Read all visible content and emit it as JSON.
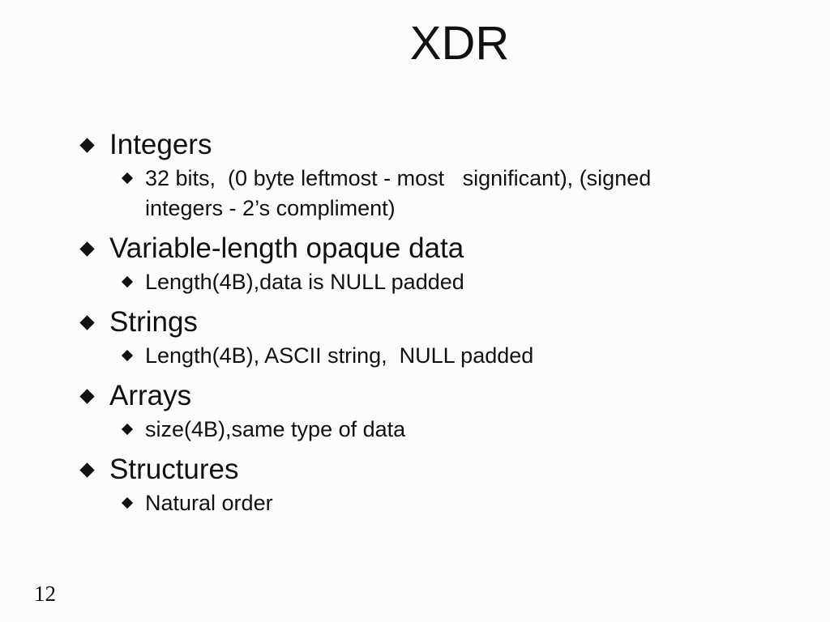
{
  "slide": {
    "title": "XDR",
    "page_number": "12",
    "items": [
      {
        "text": "Integers",
        "subitems": [
          "32 bits,  (0 byte leftmost - most   significant), (signed integers - 2’s compliment)"
        ]
      },
      {
        "text": "Variable-length opaque data",
        "subitems": [
          "Length(4B),data is NULL padded"
        ]
      },
      {
        "text": "Strings",
        "subitems": [
          "Length(4B), ASCII string,  NULL padded"
        ]
      },
      {
        "text": "Arrays",
        "subitems": [
          "size(4B),same type of data"
        ]
      },
      {
        "text": "Structures",
        "subitems": [
          "Natural order"
        ]
      }
    ],
    "icons": {
      "bullet": "diamond-bullet-icon"
    }
  }
}
